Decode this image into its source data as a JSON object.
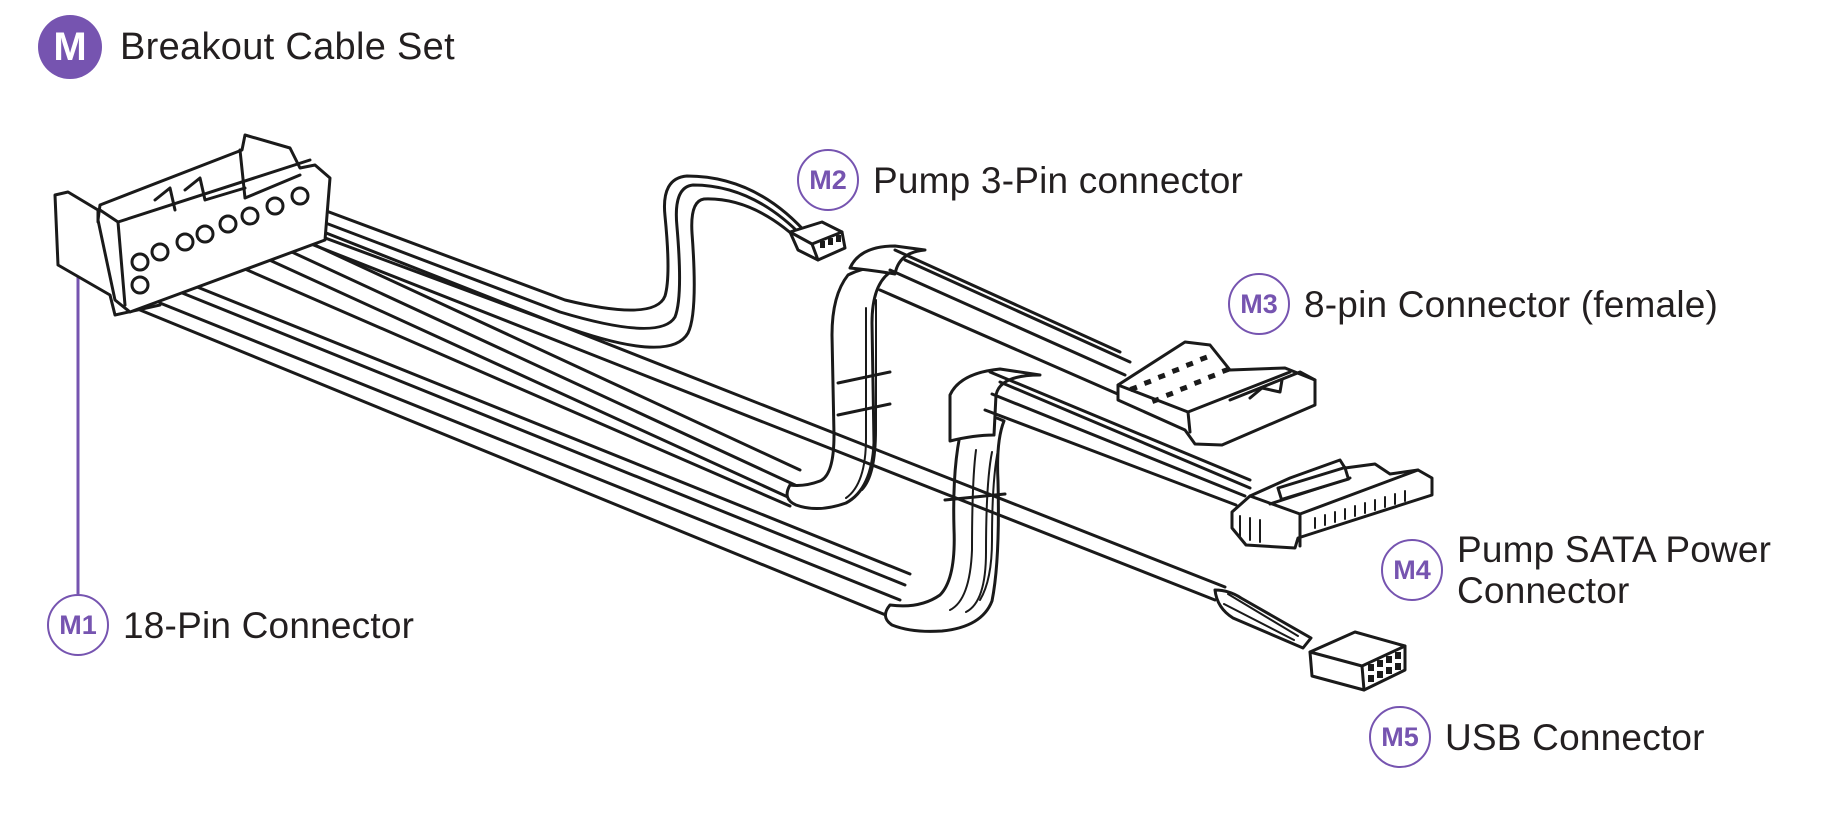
{
  "header": {
    "badge": "M",
    "title": "Breakout Cable Set"
  },
  "callouts": [
    {
      "id": "M1",
      "label": "18-Pin Connector"
    },
    {
      "id": "M2",
      "label": "Pump 3-Pin connector"
    },
    {
      "id": "M3",
      "label": "8-pin Connector (female)"
    },
    {
      "id": "M4",
      "label_line1": "Pump SATA Power",
      "label_line2": "Connector"
    },
    {
      "id": "M5",
      "label": "USB Connector"
    }
  ],
  "colors": {
    "accent": "#7654b0",
    "ink": "#1a1a1a",
    "text": "#231f20",
    "background": "#ffffff"
  }
}
